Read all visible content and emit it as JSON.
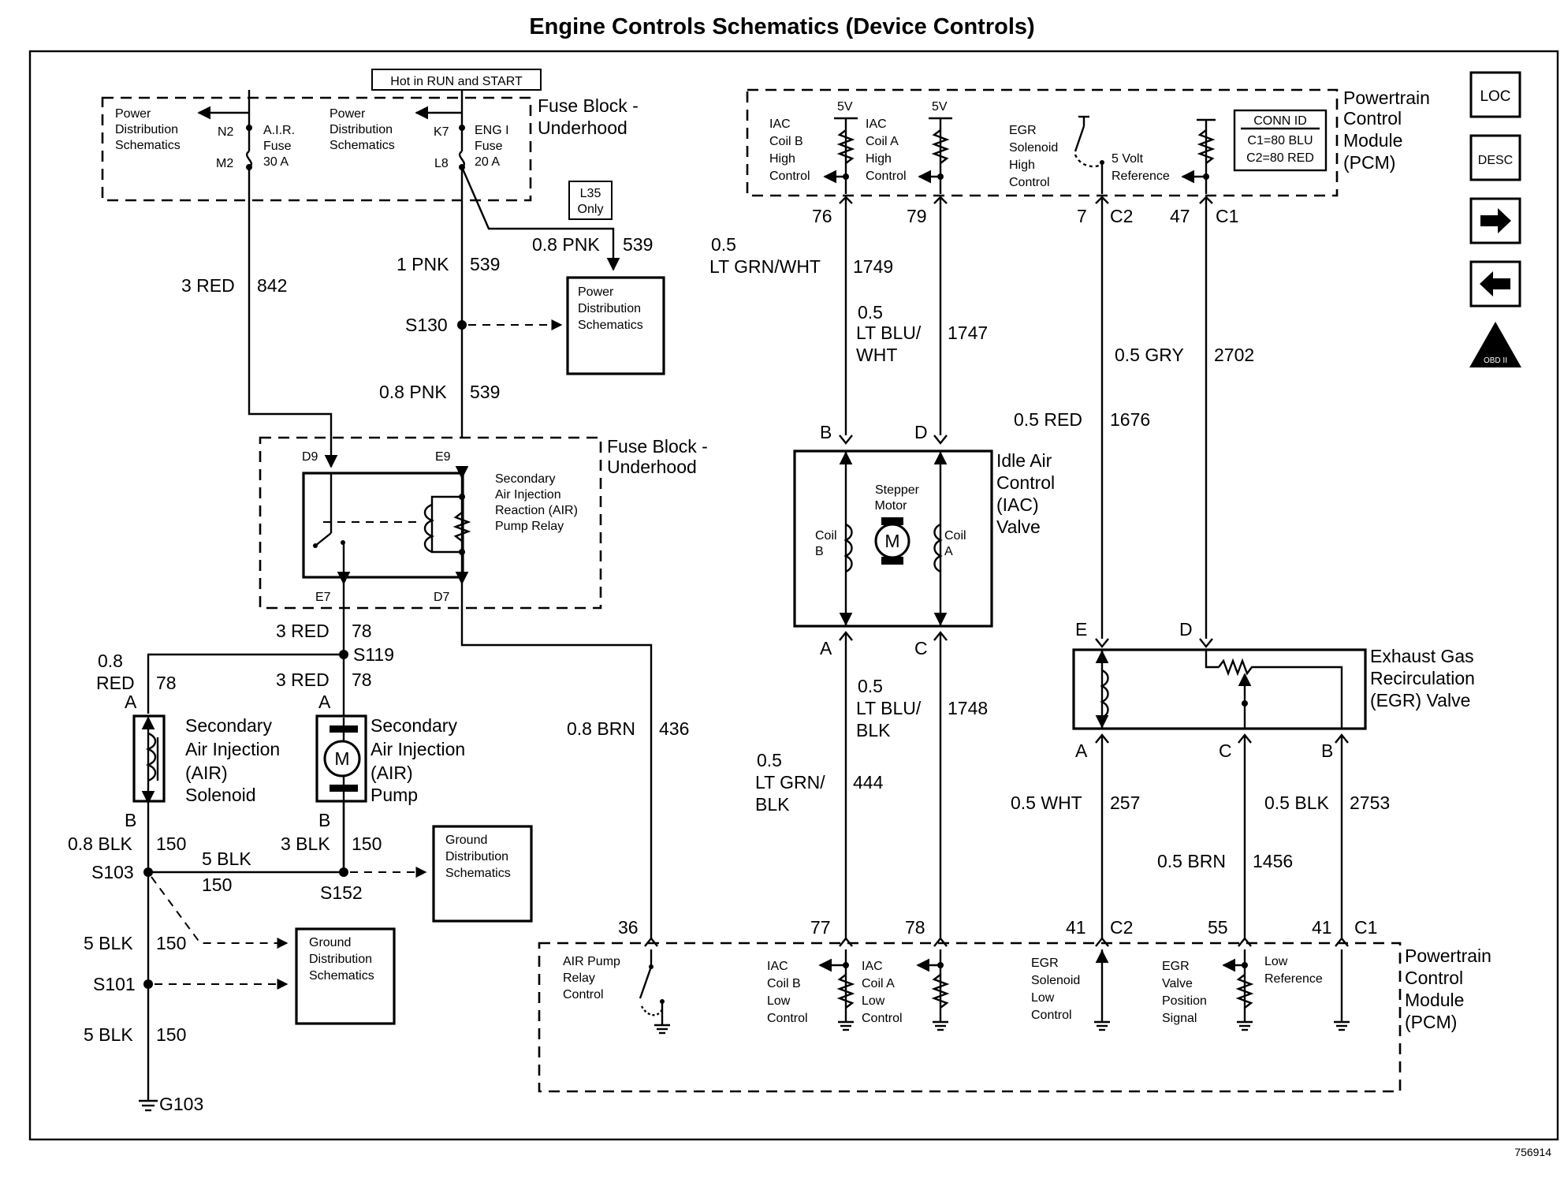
{
  "title": "Engine Controls Schematics (Device Controls)",
  "figure_id": "756914",
  "nav": {
    "loc": "LOC",
    "desc": "DESC",
    "obd": "OBD II"
  },
  "power_label": "Hot in RUN and START",
  "fuse_block_top": {
    "label_1": "Fuse Block -",
    "label_2": "Underhood",
    "pds_left": [
      "Power",
      "Distribution",
      "Schematics"
    ],
    "pds_mid": [
      "Power",
      "Distribution",
      "Schematics"
    ],
    "air_fuse": [
      "A.I.R.",
      "Fuse",
      "30 A"
    ],
    "eng_fuse": [
      "ENG I",
      "Fuse",
      "20 A"
    ],
    "pins": {
      "n2": "N2",
      "m2": "M2",
      "k7": "K7",
      "l8": "L8"
    }
  },
  "l35_only": [
    "L35",
    "Only"
  ],
  "pds_box": [
    "Power",
    "Distribution",
    "Schematics"
  ],
  "wires": {
    "w842": {
      "size_color": "3 RED",
      "circuit": "842"
    },
    "w539a": {
      "size_color": "1 PNK",
      "circuit": "539"
    },
    "w539b": {
      "size_color": "0.8 PNK",
      "circuit": "539"
    },
    "w539c": {
      "size_color": "0.8 PNK",
      "circuit": "539"
    },
    "w78a": {
      "size_color": "3 RED",
      "circuit": "78"
    },
    "w78b": {
      "size_color": "3 RED",
      "circuit": "78"
    },
    "w78c_size": "0.8",
    "w78c_color": "RED",
    "w78c_circuit": "78",
    "w436": {
      "size_color": "0.8 BRN",
      "circuit": "436"
    },
    "w150a": {
      "size_color": "0.8 BLK",
      "circuit": "150"
    },
    "w150b": {
      "size_color": "3 BLK",
      "circuit": "150"
    },
    "w150c": {
      "size_color": "5 BLK",
      "circuit": "150"
    },
    "w150d": {
      "size_color": "5 BLK",
      "circuit": "150"
    },
    "w150e": {
      "size_color": "5 BLK",
      "circuit": "150"
    },
    "w1749_size": "0.5",
    "w1749": {
      "size_color": "LT GRN/WHT",
      "circuit": "1749"
    },
    "w1747_size": "0.5",
    "w1747_color_1": "LT BLU/",
    "w1747_color_2": "WHT",
    "w1747_circuit": "1747",
    "w2702": {
      "size_color": "0.5 GRY",
      "circuit": "2702"
    },
    "w1676": {
      "size_color": "0.5 RED",
      "circuit": "1676"
    },
    "w1748_size": "0.5",
    "w1748_color_1": "LT BLU/",
    "w1748_color_2": "BLK",
    "w1748_circuit": "1748",
    "w444_size": "0.5",
    "w444_color_1": "LT GRN/",
    "w444_color_2": "BLK",
    "w444_circuit": "444",
    "w257": {
      "size_color": "0.5 WHT",
      "circuit": "257"
    },
    "w2753": {
      "size_color": "0.5 BLK",
      "circuit": "2753"
    },
    "w1456": {
      "size_color": "0.5 BRN",
      "circuit": "1456"
    }
  },
  "splices": {
    "s130": "S130",
    "s119": "S119",
    "s103": "S103",
    "s152": "S152",
    "s101": "S101",
    "g103": "G103"
  },
  "fuse_block_mid": {
    "label_1": "Fuse Block -",
    "label_2": "Underhood",
    "pins": {
      "d9": "D9",
      "e9": "E9",
      "e7": "E7",
      "d7": "D7"
    },
    "relay": [
      "Secondary",
      "Air Injection",
      "Reaction (AIR)",
      "Pump Relay"
    ]
  },
  "air_solenoid": {
    "label": [
      "Secondary",
      "Air Injection",
      "(AIR)",
      "Solenoid"
    ],
    "pin_a": "A",
    "pin_b": "B"
  },
  "air_pump": {
    "label": [
      "Secondary",
      "Air Injection",
      "(AIR)",
      "Pump"
    ],
    "pin_a": "A",
    "pin_b": "B",
    "motor": "M"
  },
  "ground_pds_1": [
    "Ground",
    "Distribution",
    "Schematics"
  ],
  "ground_pds_2": [
    "Ground",
    "Distribution",
    "Schematics"
  ],
  "pcm_top": {
    "label": [
      "Powertrain",
      "Control",
      "Module",
      "(PCM)"
    ],
    "iac_b": [
      "IAC",
      "Coil B",
      "High",
      "Control"
    ],
    "iac_a": [
      "IAC",
      "Coil A",
      "High",
      "Control"
    ],
    "egr_sol": [
      "EGR",
      "Solenoid",
      "High",
      "Control"
    ],
    "five_volt": [
      "5 Volt",
      "Reference"
    ],
    "v5": "5V",
    "conn_id": [
      "CONN ID",
      "C1=80 BLU",
      "C2=80 RED"
    ],
    "pins": {
      "p76": "76",
      "p79": "79",
      "p7": "7",
      "c2": "C2",
      "p47": "47",
      "c1": "C1"
    }
  },
  "iac_valve": {
    "label": [
      "Idle Air",
      "Control",
      "(IAC)",
      "Valve"
    ],
    "stepper": [
      "Stepper",
      "Motor"
    ],
    "motor": "M",
    "coil_b": [
      "Coil",
      "B"
    ],
    "coil_a": [
      "Coil",
      "A"
    ],
    "pins": {
      "b": "B",
      "d": "D",
      "a": "A",
      "c": "C"
    }
  },
  "egr_valve": {
    "label": [
      "Exhaust Gas",
      "Recirculation",
      "(EGR) Valve"
    ],
    "pins": {
      "e": "E",
      "d": "D",
      "a": "A",
      "c": "C",
      "b": "B"
    }
  },
  "pcm_bottom": {
    "label": [
      "Powertrain",
      "Control",
      "Module",
      "(PCM)"
    ],
    "air_relay": [
      "AIR Pump",
      "Relay",
      "Control"
    ],
    "iac_b_low": [
      "IAC",
      "Coil B",
      "Low",
      "Control"
    ],
    "iac_a_low": [
      "IAC",
      "Coil A",
      "Low",
      "Control"
    ],
    "egr_sol_low": [
      "EGR",
      "Solenoid",
      "Low",
      "Control"
    ],
    "egr_pos": [
      "EGR",
      "Valve",
      "Position",
      "Signal"
    ],
    "low_ref": [
      "Low",
      "Reference"
    ],
    "pins": {
      "p36": "36",
      "p77": "77",
      "p78": "78",
      "p41a": "41",
      "c2": "C2",
      "p55": "55",
      "p41b": "41",
      "c1": "C1"
    }
  }
}
